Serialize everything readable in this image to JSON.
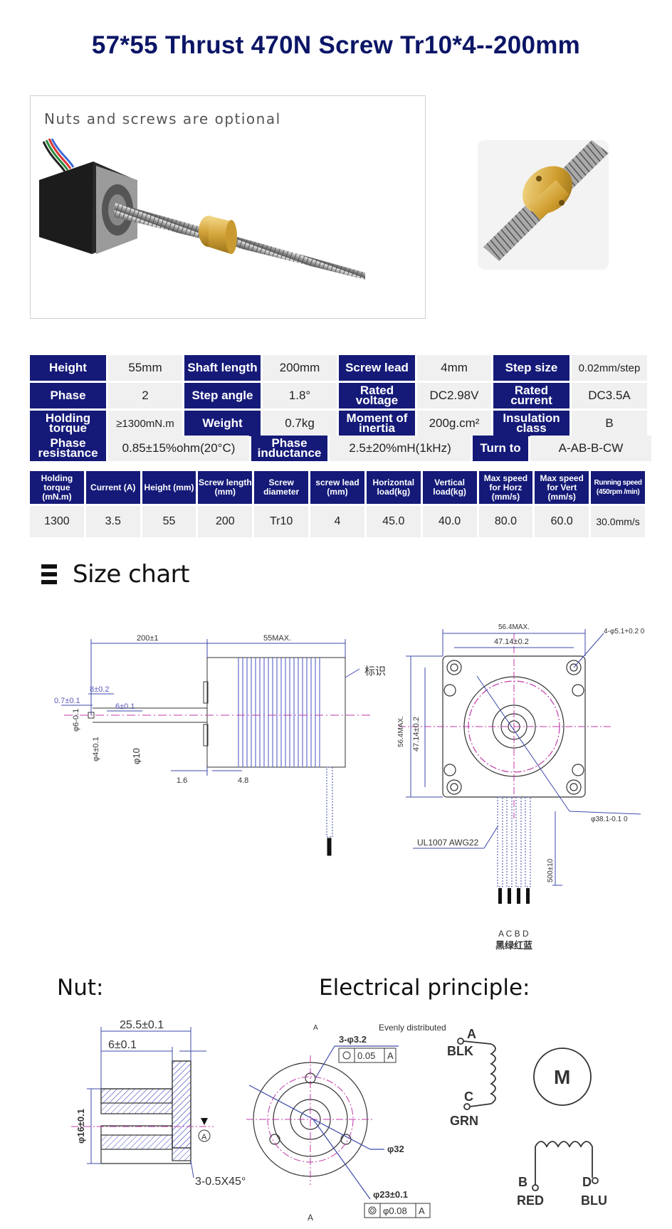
{
  "title": "57*55 Thrust 470N Screw Tr10*4--200mm",
  "photo": {
    "caption": "Nuts and screws are optional"
  },
  "specs": {
    "height_label": "Height",
    "height_value": "55mm",
    "shaft_label": "Shaft length",
    "shaft_value": "200mm",
    "lead_label": "Screw lead",
    "lead_value": "4mm",
    "step_size_label": "Step size",
    "step_size_value": "0.02mm/step",
    "phase_label": "Phase",
    "phase_value": "2",
    "step_angle_label": "Step angle",
    "step_angle_value": "1.8°",
    "voltage_label": "Rated voltage",
    "voltage_value": "DC2.98V",
    "current_label": "Rated current",
    "current_value": "DC3.5A",
    "torque_label": "Holding torque",
    "torque_value": "≥1300mN.m",
    "weight_label": "Weight",
    "weight_value": "0.7kg",
    "inertia_label": "Moment of inertia",
    "inertia_value": "200g.cm²",
    "insulation_label": "Insulation class",
    "insulation_value": "B",
    "resistance_label": "Phase resistance",
    "resistance_value": "0.85±15%ohm(20°C)",
    "inductance_label": "Phase inductance",
    "inductance_value": "2.5±20%mH(1kHz)",
    "turn_label": "Turn to",
    "turn_value": "A-AB-B-CW"
  },
  "params": {
    "headers": [
      "Holding torque (mN.m)",
      "Current (A)",
      "Height (mm)",
      "Screw length (mm)",
      "Screw diameter",
      "screw lead (mm)",
      "Horizontal load(kg)",
      "Vertical load(kg)",
      "Max speed for Horz (mm/s)",
      "Max speed for Vert (mm/s)",
      "Running speed (450rpm /min)"
    ],
    "values": [
      "1300",
      "3.5",
      "55",
      "200",
      "Tr10",
      "4",
      "45.0",
      "40.0",
      "80.0",
      "60.0",
      "30.0mm/s"
    ]
  },
  "size_chart": {
    "title": "Size chart",
    "dim_200": "200±1",
    "dim_55": "55MAX.",
    "dim_07": "0.7±0.1",
    "dim_8": "8±0.2",
    "dim_6": "6±0.1",
    "dim_phi6": "φ6-0.1",
    "dim_phi4": "φ4±0.1",
    "dim_phi10": "φ10",
    "dim_16": "1.6",
    "dim_48": "4.8",
    "mark": "标识",
    "dim_564": "56.4MAX.",
    "dim_4714": "47.14±0.2",
    "dim_holes": "4-φ5.1+0.2 0",
    "dim_564v": "56.4MAX.",
    "dim_4714v": "47.14±0.2",
    "dim_381": "φ38.1-0.1 0",
    "wire": "UL1007  AWG22",
    "dim_500": "500±10",
    "pins": "A C B D",
    "colors_cn": "黑绿红蓝"
  },
  "nut": {
    "title": "Nut:",
    "dim_255": "25.5±0.1",
    "dim_6": "6±0.1",
    "dim_phi16": "φ16±0.1",
    "chamfer": "3-0.5X45°",
    "datum": "A",
    "holes": "3-φ3.2",
    "evenly": "Evenly distributed",
    "tol1": "0.05",
    "phi32": "φ32",
    "phi23": "φ23±0.1",
    "tol2": "φ0.08"
  },
  "electrical": {
    "title": "Electrical principle:",
    "pin_a": "A",
    "blk": "BLK",
    "pin_c": "C",
    "grn": "GRN",
    "motor": "M",
    "pin_b": "B",
    "red": "RED",
    "pin_d": "D",
    "blu": "BLU"
  }
}
